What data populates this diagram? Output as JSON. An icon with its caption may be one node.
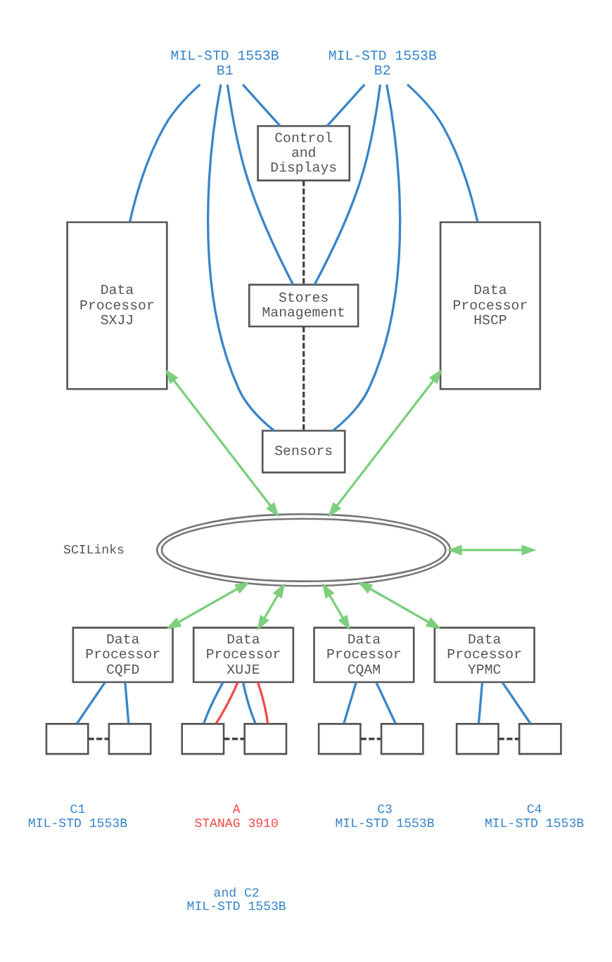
{
  "diagram": {
    "nodes": [
      {
        "text": [
          "MIL-STD 1553B",
          "B1"
        ]
      },
      {
        "text": [
          "MIL-STD 1553B",
          "B2"
        ]
      },
      {
        "text": [
          "Control and Displays"
        ]
      },
      {
        "text": [
          "Data Processor SXJJ"
        ]
      },
      {
        "text": [
          "Stores Management"
        ]
      },
      {
        "text": [
          "Data Processor HSCP"
        ]
      },
      {
        "text": [
          "Sensors"
        ]
      },
      {
        "text": [],
        "shape": "ring",
        "beside": [
          "SCILinks"
        ]
      },
      {
        "text": [
          "Data Processor CQFD"
        ]
      },
      {
        "text": [
          "Data Processor XUJE"
        ]
      },
      {
        "text": [
          "Data Processor CQAM"
        ]
      },
      {
        "text": [
          "Data Processor YPMC"
        ]
      },
      {
        "text": [],
        "shape": "box"
      },
      {
        "text": [],
        "shape": "box"
      },
      {
        "text": [],
        "shape": "box"
      },
      {
        "text": [],
        "shape": "box"
      },
      {
        "text": [],
        "shape": "box"
      },
      {
        "text": [],
        "shape": "box"
      },
      {
        "text": [],
        "shape": "box"
      },
      {
        "text": [],
        "shape": "box"
      }
    ],
    "edges": [
      {
        "from": 0,
        "to": 2,
        "arrow": "none"
      },
      {
        "from": 0,
        "to": 4,
        "arrow": "none"
      },
      {
        "from": 0,
        "to": 3,
        "arrow": "none"
      },
      {
        "from": 0,
        "to": 6,
        "arrow": "none"
      },
      {
        "from": 1,
        "to": 2,
        "arrow": "none"
      },
      {
        "from": 1,
        "to": 4,
        "arrow": "none"
      },
      {
        "from": 1,
        "to": 5,
        "arrow": "none"
      },
      {
        "from": 1,
        "to": 6,
        "arrow": "none"
      },
      {
        "from": 2,
        "to": 4,
        "arrow": "none",
        "style": "dashed",
        "color": "#444444"
      },
      {
        "from": 4,
        "to": 6,
        "arrow": "none",
        "style": "dashed",
        "color": "#444444"
      },
      {
        "from": 3,
        "to": 7,
        "arrow": "both",
        "color": "#7dcf7d"
      },
      {
        "from": 5,
        "to": 7,
        "arrow": "both",
        "color": "#7dcf7d"
      },
      {
        "from": 7,
        "to": 8,
        "arrow": "both",
        "color": "#7dcf7d"
      },
      {
        "from": 7,
        "to": 9,
        "arrow": "both",
        "color": "#7dcf7d"
      },
      {
        "from": 7,
        "to": 10,
        "arrow": "both",
        "color": "#7dcf7d"
      },
      {
        "from": 7,
        "to": 11,
        "arrow": "both",
        "color": "#7dcf7d"
      },
      {
        "from": 7,
        "to": null,
        "arrow": "both",
        "color": "#7dcf7d"
      },
      {
        "from": 8,
        "to": 12,
        "arrow": "none"
      },
      {
        "from": 8,
        "to": 13,
        "arrow": "none"
      },
      {
        "from": 12,
        "to": 13,
        "arrow": "none",
        "style": "dashed",
        "color": "#444444"
      },
      {
        "from": 9,
        "to": 14,
        "arrow": "none"
      },
      {
        "from": 9,
        "to": 15,
        "arrow": "none"
      },
      {
        "from": 9,
        "to": 14,
        "arrow": "none",
        "color": "#f04a4a"
      },
      {
        "from": 9,
        "to": 15,
        "arrow": "none",
        "color": "#f04a4a"
      },
      {
        "from": 14,
        "to": 15,
        "arrow": "none",
        "style": "dashed",
        "color": "#444444"
      },
      {
        "from": 10,
        "to": 16,
        "arrow": "none"
      },
      {
        "from": 10,
        "to": 17,
        "arrow": "none"
      },
      {
        "from": 16,
        "to": 17,
        "arrow": "none",
        "style": "dashed",
        "color": "#444444"
      },
      {
        "from": 11,
        "to": 18,
        "arrow": "none"
      },
      {
        "from": 11,
        "to": 19,
        "arrow": "none"
      },
      {
        "from": 18,
        "to": 19,
        "arrow": "none",
        "style": "dashed",
        "color": "#444444"
      }
    ],
    "labels": [
      "C1 MIL-STD 1553B",
      "A STANAG 3910",
      "and C2 MIL-STD 1553B",
      "C3 MIL-STD 1553B",
      "C4 MIL-STD 1553B"
    ]
  }
}
